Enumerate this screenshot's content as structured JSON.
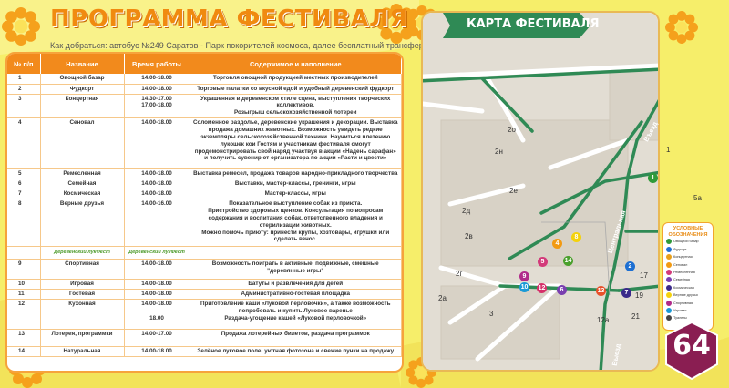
{
  "title": "ПРОГРАММА ФЕСТИВАЛЯ",
  "subtitle": "Как добраться: автобус №249 Саратов - Парк покорителей космоса, далее бесплатный трансфер",
  "table": {
    "headers": [
      "№ п/п",
      "Название",
      "Время работы",
      "Содержимое и наполнение"
    ],
    "logo_text": "Деревенский лукФест",
    "rows": [
      {
        "num": "1",
        "name": "Овощной базар",
        "time": "14.00-18.00",
        "content": "Торговля овощной продукцией местных производителей"
      },
      {
        "num": "2",
        "name": "Фудкорт",
        "time": "14.00-18.00",
        "content": "Торговые палатки со вкусной едой и удобный деревенский фудкорт"
      },
      {
        "num": "3",
        "name": "Концертная",
        "time": "14.30-17.00\n17.00-18.00",
        "content": "Украшенная в деревенском стиле сцена, выступления творческих коллективов.\nРозыгрыш сельскохозяйственной лотереи"
      },
      {
        "num": "4",
        "name": "Сеновал",
        "time": "14.00-18.00",
        "content": "Соломенное раздолье, деревенские украшения и декорации. Выставка продажа домашних животных. Возможность увидеть редкие экземпляры сельскохозяйственной техники. Научиться плетению лукошек кои Гостям и участникам фестиваля смогут продемонстрировать свой наряд участвуя в акции «Надень сарафан» и получить сувенир от организатора по акции «Расти и цвести»"
      },
      {
        "num": "5",
        "name": "Ремесленная",
        "time": "14.00-18.00",
        "content": "Выставка ремесел, продажа товаров народно-прикладного творчества"
      },
      {
        "num": "6",
        "name": "Семейная",
        "time": "14.00-18.00",
        "content": "Выставки, мастер-классы, тренинги, игры"
      },
      {
        "num": "7",
        "name": "Космическая",
        "time": "14.00-18.00",
        "content": "Мастер-классы, игры"
      },
      {
        "num": "8",
        "name": "Верные друзья",
        "time": "14.00-16.00",
        "content": "Показательное выступление собак из приюта.\nПристройство здоровых щенков. Консультация по вопросам содержания и воспитания собак, ответственного владения и стерилизации животных.\nМожно помочь приюту: принести крупы, хозтовары, игрушки или сделать взнос."
      },
      {
        "num": "9",
        "name": "Спортивная",
        "time": "14.00-18.00",
        "content": "Возможность поиграть в активные, подвижные, смешные \"деревянные игры\""
      },
      {
        "num": "10",
        "name": "Игровая",
        "time": "14.00-18.00",
        "content": "Батуты и развлечения для детей"
      },
      {
        "num": "11",
        "name": "Гостевая",
        "time": "14.00-18.00",
        "content": "Административно-гостевая площадка"
      },
      {
        "num": "12",
        "name": "Кухонная",
        "time": "14.00-18.00\n\n18.00",
        "content": "Приготовление каши «Луковой перловочки», а также возможность попробовать и купить Луковое варенье\nРаздача-угощение кашей «Луковой перловочкой»"
      },
      {
        "num": "13",
        "name": "Лотерея, программки",
        "time": "14.00-17.00",
        "content": "Продажа лотерейных билетов, раздача программок"
      },
      {
        "num": "14",
        "name": "Натуральная",
        "time": "14.00-18.00",
        "content": "Зелёное луковое поле: уютная фотозона и свежие пучки на продажу"
      }
    ]
  },
  "map": {
    "title": "КАРТА ФЕСТИВАЛЯ",
    "labels": [
      "2о",
      "2н",
      "2е",
      "2д",
      "2в",
      "2г",
      "2а",
      "3",
      "1",
      "5а",
      "17",
      "19",
      "21",
      "12а"
    ],
    "road_labels": [
      "Въезд",
      "Центральная",
      "Выезд"
    ],
    "points": [
      {
        "label": "1",
        "color": "#2e9a3a"
      },
      {
        "label": "2",
        "color": "#1d6fd2"
      },
      {
        "label": "4",
        "color": "#f29a12"
      },
      {
        "label": "5",
        "color": "#d33a7a"
      },
      {
        "label": "6",
        "color": "#7a3fb0"
      },
      {
        "label": "7",
        "color": "#3a2a8a"
      },
      {
        "label": "8",
        "color": "#f4d20c"
      },
      {
        "label": "9",
        "color": "#b02a8a"
      },
      {
        "label": "10",
        "color": "#1a9ad6"
      },
      {
        "label": "12",
        "color": "#d6306a"
      },
      {
        "label": "13",
        "color": "#e8502a"
      },
      {
        "label": "14",
        "color": "#4aa02c"
      }
    ]
  },
  "legend": {
    "title": "УСЛОВНЫЕ ОБОЗНАЧЕНИЯ",
    "items": [
      {
        "label": "Овощной базар",
        "color": "#2e9a3a"
      },
      {
        "label": "Фудкорт",
        "color": "#1d6fd2"
      },
      {
        "label": "Концертная",
        "color": "#e8a01a"
      },
      {
        "label": "Сеновал",
        "color": "#f29a12"
      },
      {
        "label": "Ремесленная",
        "color": "#d33a7a"
      },
      {
        "label": "Семейная",
        "color": "#7a3fb0"
      },
      {
        "label": "Космическая",
        "color": "#3a2a8a"
      },
      {
        "label": "Верные друзья",
        "color": "#f4d20c"
      },
      {
        "label": "Спортивная",
        "color": "#b02a8a"
      },
      {
        "label": "Игровая",
        "color": "#1a9ad6"
      },
      {
        "label": "Туалеты",
        "color": "#444"
      }
    ]
  },
  "badge": "64"
}
